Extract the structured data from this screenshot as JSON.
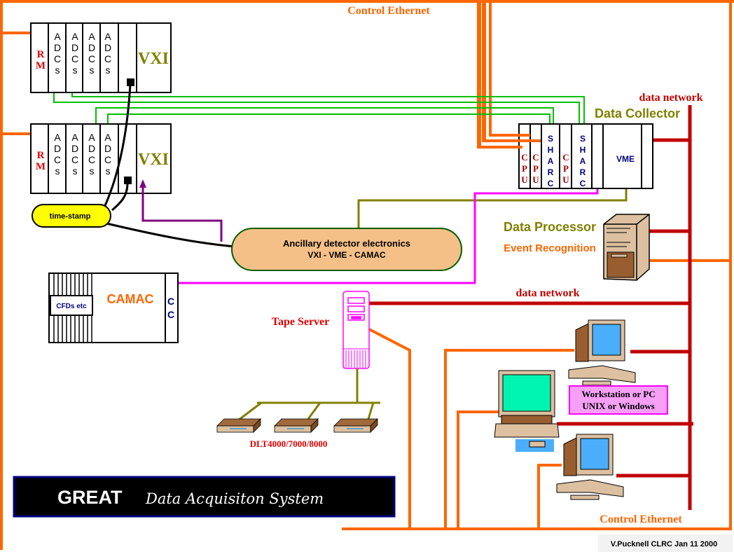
{
  "title": {
    "main": "GREAT",
    "sub": "Data Acquisiton System"
  },
  "credit": "V.Pucknell CLRC Jan 11 2000",
  "labels": {
    "control_ethernet_top": "Control Ethernet",
    "control_ethernet_bottom": "Control Ethernet",
    "data_network_top": "data network",
    "data_network_mid": "data network",
    "data_collector": "Data Collector",
    "data_processor": "Data Processor",
    "event_recognition": "Event Recognition",
    "tape_server": "Tape Server",
    "dlt": "DLT4000/7000/8000",
    "workstation_line1": "Workstation or PC",
    "workstation_line2": "UNIX or Windows",
    "time_stamp": "time-stamp",
    "ancillary_line1": "Ancillary detector electronics",
    "ancillary_line2": "VXI - VME - CAMAC",
    "camac": "CAMAC",
    "cfds": "CFDs  etc",
    "cc": [
      "C",
      "C"
    ]
  },
  "vxi_crates": [
    {
      "name": "VXI",
      "rm": [
        "R",
        "M"
      ],
      "adc_letters": [
        "A",
        "D",
        "C",
        "s"
      ],
      "adc_count": 4
    },
    {
      "name": "VXI",
      "rm": [
        "R",
        "M"
      ],
      "adc_letters": [
        "A",
        "D",
        "C",
        "s"
      ],
      "adc_count": 4
    }
  ],
  "vme_crate": {
    "name": "VME",
    "modules": [
      {
        "type": "cpu",
        "letters": [
          "C",
          "P",
          "U"
        ]
      },
      {
        "type": "cpu",
        "letters": [
          "C",
          "P",
          "U"
        ]
      },
      {
        "type": "sharc",
        "letters": [
          "S",
          "H",
          "A",
          "R",
          "C"
        ]
      },
      {
        "type": "cpu",
        "letters": [
          "C",
          "P",
          "U"
        ]
      },
      {
        "type": "sharc",
        "letters": [
          "S",
          "H",
          "A",
          "R",
          "C"
        ]
      }
    ]
  },
  "colors": {
    "control_ethernet": "#ff6600",
    "data_network": "#c00000",
    "signal_green": "#00c000",
    "olive": "#808000",
    "magenta": "#ff00ff",
    "purple": "#800080",
    "ancillary_fill": "#f5c088",
    "timestamp_fill": "#ffff00",
    "title_bg": "#000000",
    "title_border": "#000080"
  }
}
